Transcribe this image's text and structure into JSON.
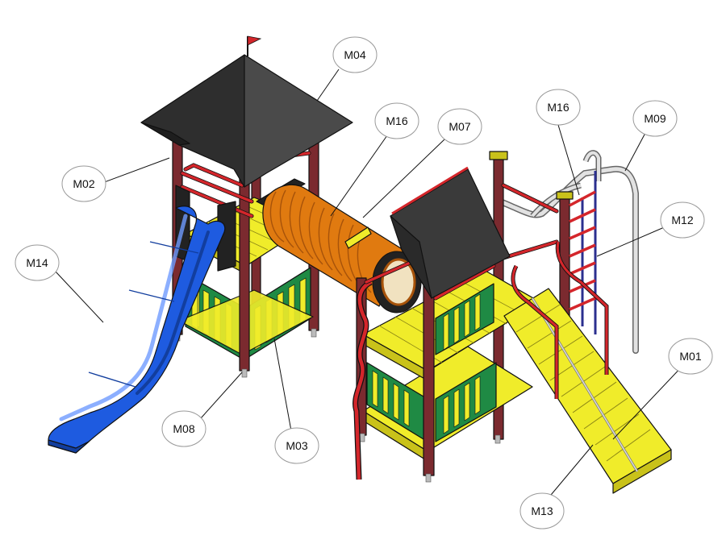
{
  "diagram": {
    "callouts": [
      {
        "id": "m04",
        "label": "M04"
      },
      {
        "id": "m16a",
        "label": "M16"
      },
      {
        "id": "m07",
        "label": "M07"
      },
      {
        "id": "m16b",
        "label": "M16"
      },
      {
        "id": "m09",
        "label": "M09"
      },
      {
        "id": "m02",
        "label": "M02"
      },
      {
        "id": "m12",
        "label": "M12"
      },
      {
        "id": "m14",
        "label": "M14"
      },
      {
        "id": "m01",
        "label": "M01"
      },
      {
        "id": "m08",
        "label": "M08"
      },
      {
        "id": "m03",
        "label": "M03"
      },
      {
        "id": "m13",
        "label": "M13"
      }
    ],
    "colors": {
      "roof": "#383838",
      "post": "#7b2a2f",
      "rail": "#d4262b",
      "deck": "#f0ec2a",
      "deck_dark": "#c9c21a",
      "panel": "#1f8a44",
      "tunnel": "#e07a10",
      "tunnel_dark": "#a7530a",
      "slide": "#1e5be0",
      "slide_dark": "#123e9e",
      "ladder": "#2b2f8f",
      "steel": "#c8c8c8"
    }
  }
}
